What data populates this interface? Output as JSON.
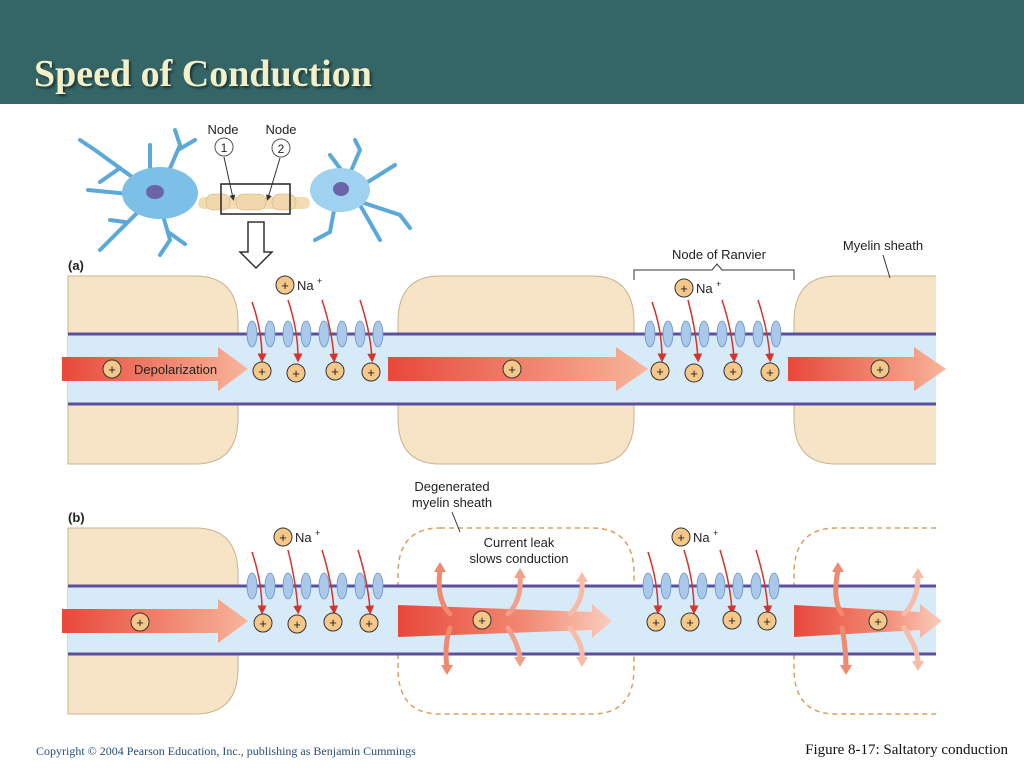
{
  "slide": {
    "title": "Speed of Conduction",
    "copyright": "Copyright © 2004 Pearson Education, Inc., publishing as Benjamin Cummings",
    "figure_caption": "Figure 8-17: Saltatory conduction"
  },
  "diagram": {
    "neuron": {
      "node_label": "Node",
      "node1": "1",
      "node2": "2"
    },
    "panel_a": {
      "label": "(a)",
      "na_label": "Na",
      "na_sup": "+",
      "depolarization": "Depolarization",
      "node_of_ranvier": "Node of Ranvier",
      "myelin_sheath": "Myelin sheath"
    },
    "panel_b": {
      "label": "(b)",
      "na_label": "Na",
      "na_sup": "+",
      "degenerated_line1": "Degenerated",
      "degenerated_line2": "myelin sheath",
      "leak_line1": "Current leak",
      "leak_line2": "slows conduction"
    },
    "plus": "+"
  },
  "colors": {
    "header": "#346567",
    "title": "#f2f0c8",
    "myelin": "#f7e4c6",
    "axon": "#d6eaf8",
    "membrane": "#5d4f9e",
    "arrow": "#e8483a",
    "channel": "#a9c8ea"
  }
}
